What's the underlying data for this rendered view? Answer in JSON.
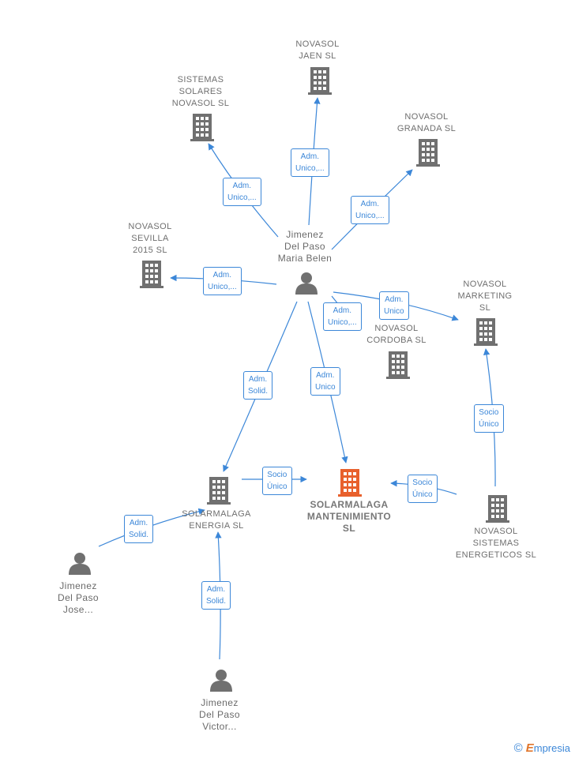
{
  "nodes": {
    "center_person": {
      "lines": [
        "Jimenez",
        "Del Paso",
        "Maria Belen"
      ]
    },
    "jaen": {
      "lines": [
        "NOVASOL",
        "JAEN  SL"
      ]
    },
    "sistemas_solares": {
      "lines": [
        "SISTEMAS",
        "SOLARES",
        "NOVASOL  SL"
      ]
    },
    "granada": {
      "lines": [
        "NOVASOL",
        "GRANADA  SL"
      ]
    },
    "sevilla": {
      "lines": [
        "NOVASOL",
        "SEVILLA",
        "2015  SL"
      ]
    },
    "marketing": {
      "lines": [
        "NOVASOL",
        "MARKETING",
        "SL"
      ]
    },
    "cordoba": {
      "lines": [
        "NOVASOL",
        "CORDOBA  SL"
      ]
    },
    "energia": {
      "lines": [
        "SOLARMALAGA",
        "ENERGIA SL"
      ]
    },
    "mantenimiento": {
      "lines": [
        "SOLARMALAGA",
        "MANTENIMIENTO",
        "SL"
      ]
    },
    "sistemas_energeticos": {
      "lines": [
        "NOVASOL",
        "SISTEMAS",
        "ENERGETICOS SL"
      ]
    },
    "person_jose": {
      "lines": [
        "Jimenez",
        "Del Paso",
        "Jose..."
      ]
    },
    "person_victor": {
      "lines": [
        "Jimenez",
        "Del Paso",
        "Victor..."
      ]
    }
  },
  "edge_labels": {
    "to_jaen": [
      "Adm.",
      "Unico,..."
    ],
    "to_sistemas_solares": [
      "Adm.",
      "Unico,..."
    ],
    "to_granada": [
      "Adm.",
      "Unico,..."
    ],
    "to_sevilla": [
      "Adm.",
      "Unico,..."
    ],
    "to_cordoba": [
      "Adm.",
      "Unico,..."
    ],
    "to_marketing": [
      "Adm.",
      "Unico"
    ],
    "to_energia": [
      "Adm.",
      "Solid."
    ],
    "to_mantenimiento": [
      "Adm.",
      "Unico"
    ],
    "energia_to_mantenimiento": [
      "Socio",
      "Único"
    ],
    "sist_energeticos_to_mantenimiento": [
      "Socio",
      "Único"
    ],
    "sist_energeticos_to_marketing": [
      "Socio",
      "Único"
    ],
    "jose_to_energia": [
      "Adm.",
      "Solid."
    ],
    "victor_to_energia": [
      "Adm.",
      "Solid."
    ]
  },
  "colors": {
    "edge": "#3c87d8",
    "building": "#707070",
    "building_highlight": "#e8602c",
    "person": "#707070"
  },
  "footer": {
    "copyright": "©",
    "brand_initial": "E",
    "brand_rest": "mpresia"
  }
}
